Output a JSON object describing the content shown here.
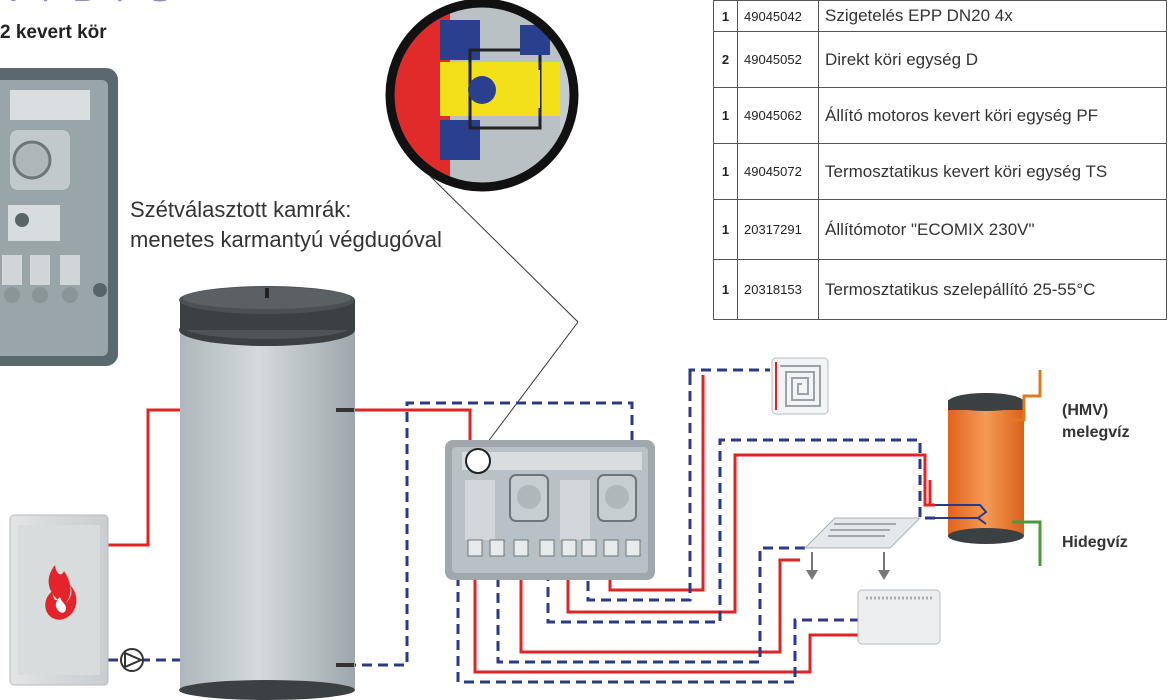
{
  "heading_partial": "V / D / S",
  "subheading": "2 kevert kör",
  "chamber_label": {
    "line1": "Szétválasztott kamrák:",
    "line2": "menetes karmantyú végdugóval"
  },
  "parts_table": [
    {
      "qty": "1",
      "code": "49045042",
      "desc": "Szigetelés EPP DN20 4x"
    },
    {
      "qty": "2",
      "code": "49045052",
      "desc": "Direkt köri egység D"
    },
    {
      "qty": "1",
      "code": "49045062",
      "desc": "Állító motoros kevert köri egység PF"
    },
    {
      "qty": "1",
      "code": "49045072",
      "desc": "Termosztatikus kevert köri egység TS"
    },
    {
      "qty": "1",
      "code": "20317291",
      "desc": "Állítómotor \"ECOMIX 230V\""
    },
    {
      "qty": "1",
      "code": "20318153",
      "desc": "Termosztatikus szelepállító 25-55°C"
    }
  ],
  "labels": {
    "hmv_line1": "(HMV)",
    "hmv_line2": "melegvíz",
    "cold": "Hidegvíz"
  },
  "colors": {
    "flow": "#e02424",
    "return": "#2b3a86",
    "tank_body": "#bfc7cb",
    "tank_top": "#3b4043",
    "dhw_tank": "#ef7a2e",
    "hot_pipe": "#e07a20",
    "cold_pipe": "#4a9a3a",
    "heading": "#8d8fb9"
  }
}
